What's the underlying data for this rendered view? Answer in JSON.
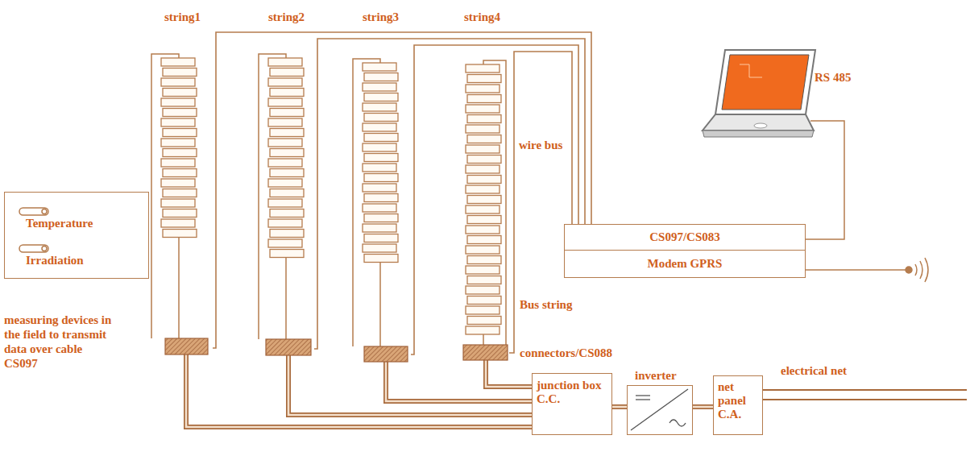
{
  "diagram": {
    "nodes": [
      {
        "text": [
          "Temperature",
          "Irradiation",
          "measuring devices in the field to transmit data over cable CS097"
        ]
      },
      {
        "text": [
          "string1"
        ]
      },
      {
        "text": [
          "string2"
        ]
      },
      {
        "text": [
          "string3"
        ]
      },
      {
        "text": [
          "string4"
        ]
      },
      {
        "text": [
          "CS097/CS083"
        ]
      },
      {
        "text": [
          "Modem GPRS"
        ]
      },
      {
        "text": [
          "junction box C.C."
        ]
      },
      {
        "text": [
          "inverter"
        ]
      },
      {
        "text": [
          "net panel C.A."
        ]
      }
    ],
    "edges": [
      {
        "from": 1,
        "to": 7,
        "arrow": "none"
      },
      {
        "from": 2,
        "to": 7,
        "arrow": "none"
      },
      {
        "from": 3,
        "to": 7,
        "arrow": "none"
      },
      {
        "from": 4,
        "to": 7,
        "arrow": "none"
      },
      {
        "from": 1,
        "to": 5,
        "arrow": "none"
      },
      {
        "from": 2,
        "to": 5,
        "arrow": "none"
      },
      {
        "from": 3,
        "to": 5,
        "arrow": "none"
      },
      {
        "from": 4,
        "to": 5,
        "arrow": "none"
      },
      {
        "from": 7,
        "to": 8,
        "arrow": "none"
      },
      {
        "from": 8,
        "to": 9,
        "arrow": "none"
      }
    ],
    "labels": [
      "wire bus",
      "Bus string",
      "connectors/CS088",
      "RS 485",
      "electrical net"
    ]
  }
}
